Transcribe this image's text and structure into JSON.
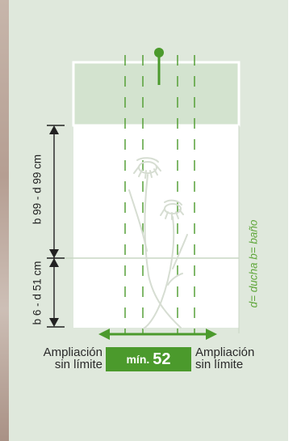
{
  "labels": {
    "dim_upper": "b 99 - d 99 cm",
    "dim_lower": "b 6 - d 51 cm",
    "side_note": "d= ducha   b= baño",
    "left_line1": "Ampliación",
    "left_line2": "sin límite",
    "right_line1": "Ampliación",
    "right_line2": "sin límite",
    "badge_prefix": "mín.",
    "badge_value": "52"
  },
  "colors": {
    "panel_bg": "#dfe8dc",
    "accent_green": "#4b9a2c",
    "window_white": "#ffffff",
    "dim_line": "#222222"
  },
  "icons": [
    "flower-illustration-icon",
    "pin-icon",
    "double-arrow-icon"
  ]
}
